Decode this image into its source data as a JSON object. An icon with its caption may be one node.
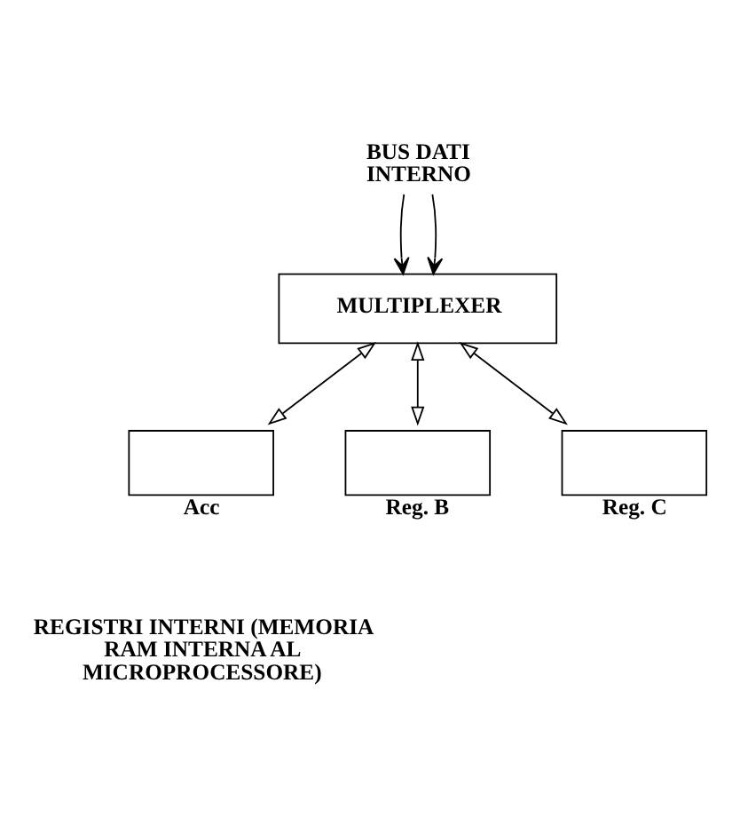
{
  "diagram": {
    "nodes": [
      {
        "text": [
          "BUS DATI INTERNO"
        ]
      },
      {
        "text": [
          "MULTIPLEXER"
        ]
      },
      {
        "text": [
          "Acc"
        ]
      },
      {
        "text": [
          "Reg. B"
        ]
      },
      {
        "text": [
          "Reg. C"
        ]
      }
    ],
    "edges": [
      {
        "from": 0,
        "to": 1,
        "arrow": "to"
      },
      {
        "from": 0,
        "to": 1,
        "arrow": "to"
      },
      {
        "from": 1,
        "to": 2,
        "arrow": "both"
      },
      {
        "from": 1,
        "to": 3,
        "arrow": "both"
      },
      {
        "from": 1,
        "to": 4,
        "arrow": "both"
      }
    ],
    "labels": [
      "REGISTRI INTERNI (MEMORIA RAM INTERNA AL MICROPROCESSORE)"
    ]
  }
}
